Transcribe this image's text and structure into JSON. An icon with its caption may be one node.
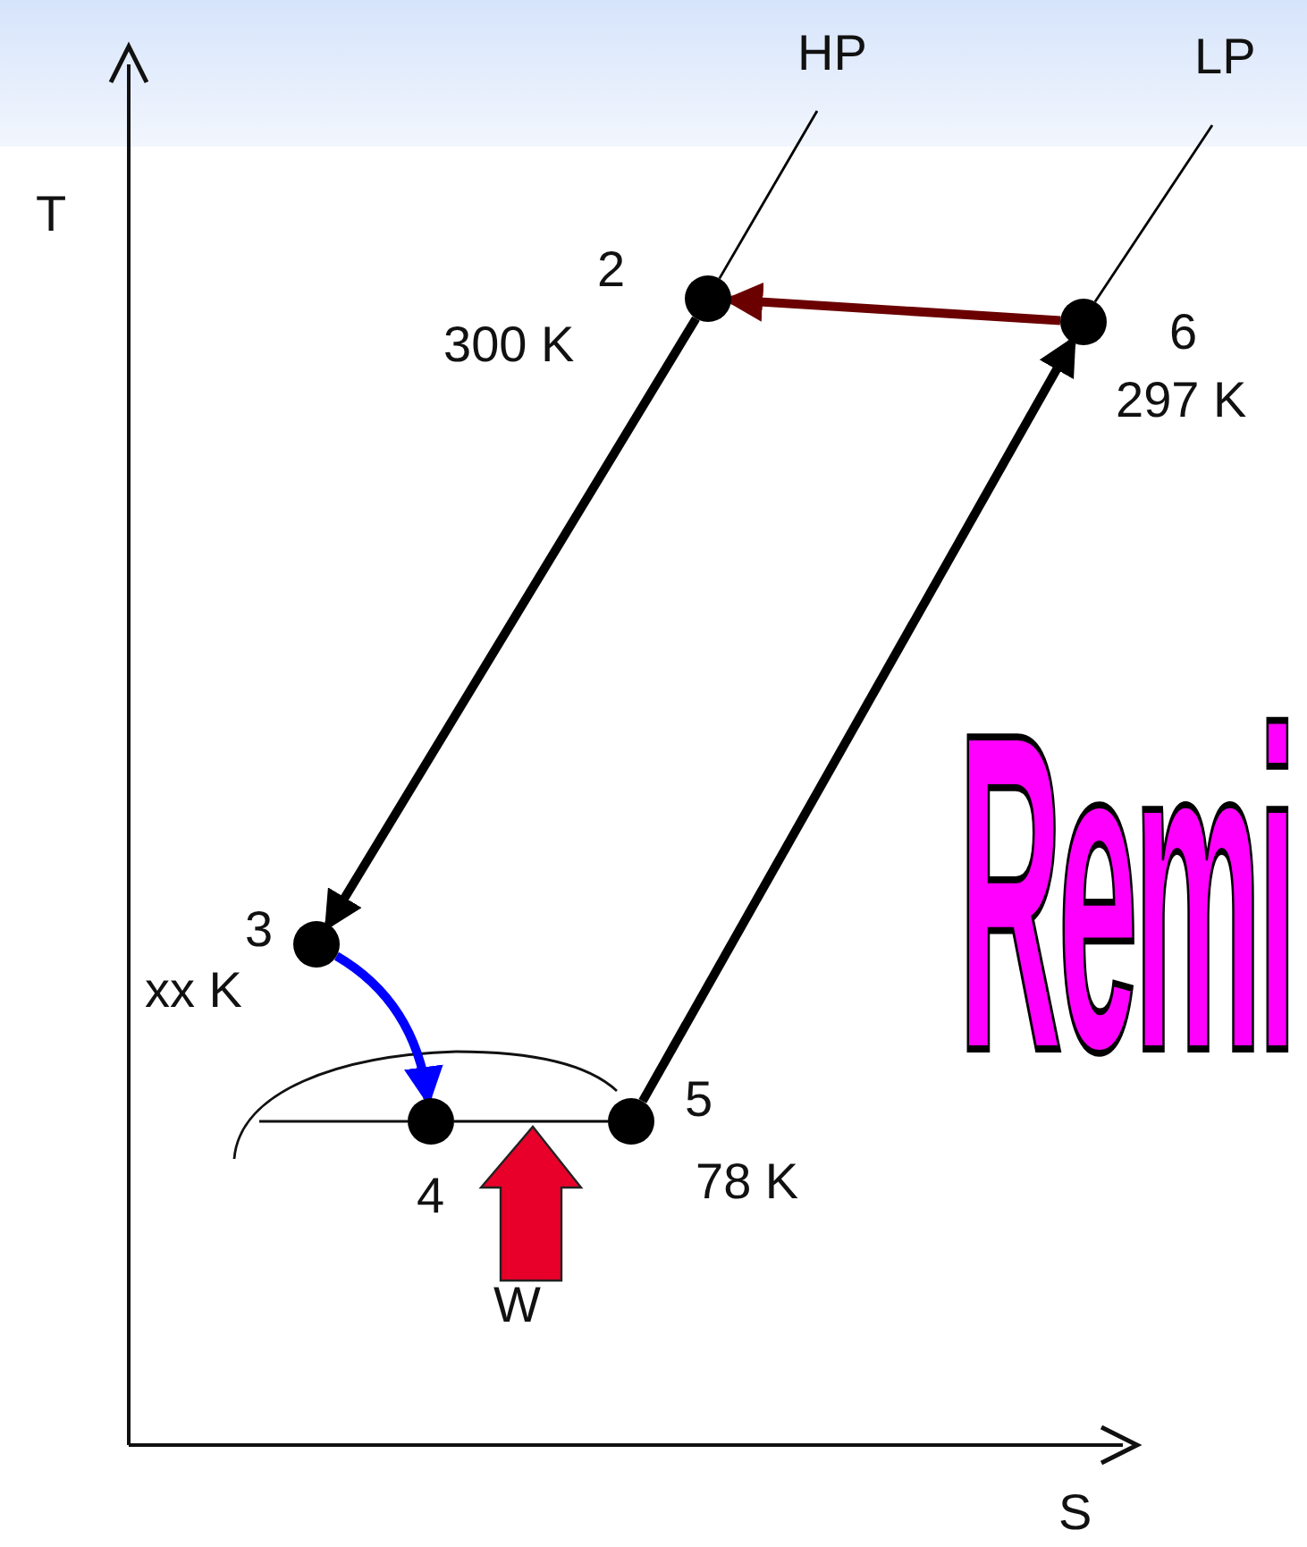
{
  "diagram": {
    "nodes": [
      {
        "text": [
          "HP"
        ]
      },
      {
        "text": [
          "LP"
        ]
      },
      {
        "text": [],
        "shape": "circle",
        "beside": [
          "2",
          "300 K"
        ]
      },
      {
        "text": [],
        "shape": "circle",
        "beside": [
          "6",
          "297 K"
        ]
      },
      {
        "text": [],
        "shape": "circle",
        "beside": [
          "3",
          "xx K"
        ]
      },
      {
        "text": [],
        "shape": "circle",
        "beside": [
          "4"
        ]
      },
      {
        "text": [],
        "shape": "circle",
        "beside": [
          "5",
          "78 K"
        ]
      },
      {
        "text": [
          "W"
        ]
      }
    ],
    "edges": [
      {
        "from": 0,
        "to": 2,
        "arrow": "none"
      },
      {
        "from": 1,
        "to": 3,
        "arrow": "none"
      },
      {
        "from": 3,
        "to": 2,
        "arrow": "to",
        "color": "#6b0000"
      },
      {
        "from": 2,
        "to": 4,
        "arrow": "to"
      },
      {
        "from": 4,
        "to": 5,
        "arrow": "to",
        "color": "#0000ff"
      },
      {
        "from": 6,
        "to": 3,
        "arrow": "to"
      },
      {
        "from": 5,
        "to": 6,
        "arrow": "none"
      },
      {
        "from": 7,
        "to": null,
        "arrow": "to",
        "color": "#e8002a"
      }
    ],
    "labels": [
      "T",
      "S",
      "Remi"
    ]
  }
}
